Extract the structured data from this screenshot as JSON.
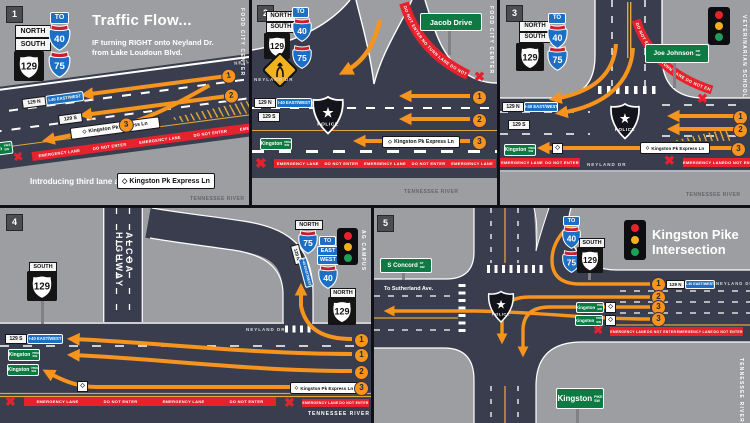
{
  "colors": {
    "land": "#9c9ea1",
    "road": "#3a3d4d",
    "orange": "#f7941d",
    "red": "#e8222d",
    "green": "#0e7a43",
    "blue_sign": "#1c6fc4",
    "shield_red": "#c8202f",
    "yellow": "#e2a63d"
  },
  "common": {
    "north": "NORTH",
    "south": "SOUTH",
    "to": "TO",
    "route129": "129",
    "i40": "40",
    "i75": "75",
    "police": "POLICE",
    "star": "★",
    "diamond": "◇",
    "x": "✖",
    "lane129n": "129 N",
    "lane129s": "129 S",
    "i40ew": "I-40 EAST/WEST",
    "express": "Kingston Pk Express Ln",
    "kingston": "Kingston",
    "pike_sw": "PIKE\nSW",
    "neyland": "NEYLAND DR",
    "river": "TENNESSEE RIVER",
    "emergency": "EMERGENCY LANE",
    "dne": "DO NOT ENTER",
    "no_turn": "DO NOT ENTER   NO TURN LANE   DO NOT ENTER",
    "east": "EAST",
    "west": "WEST",
    "n1": "1",
    "n2": "2",
    "n3": "3"
  },
  "p1": {
    "num": "1",
    "title": "Traffic Flow...",
    "sub1": "IF turning RIGHT onto Neyland Dr.",
    "sub2": "from Lake Loudoun Blvd.",
    "edge": "FOOD CITY CENTER",
    "intro": "Introducing third lane as"
  },
  "p2": {
    "num": "2",
    "street": "Jacob Drive",
    "edge": "FOOD CITY CENTER"
  },
  "p3": {
    "num": "3",
    "street": "Joe Johnson",
    "street_suffix": "DR\nSW",
    "edge": "VETERINARIAN SCHOOL"
  },
  "p4": {
    "num": "4",
    "highway": "ALCOA HIGHWAY",
    "edge": "AG CAMPUS"
  },
  "p5": {
    "num": "5",
    "title1": "Kingston Pike",
    "title2": "Intersection",
    "street": "S Concord",
    "street_suffix": "ST\nSW",
    "to_street": "To Sutherland Ave.",
    "edge": "TENNESSEE RIVER",
    "kingston_suffix": "PIKE\nSW"
  }
}
